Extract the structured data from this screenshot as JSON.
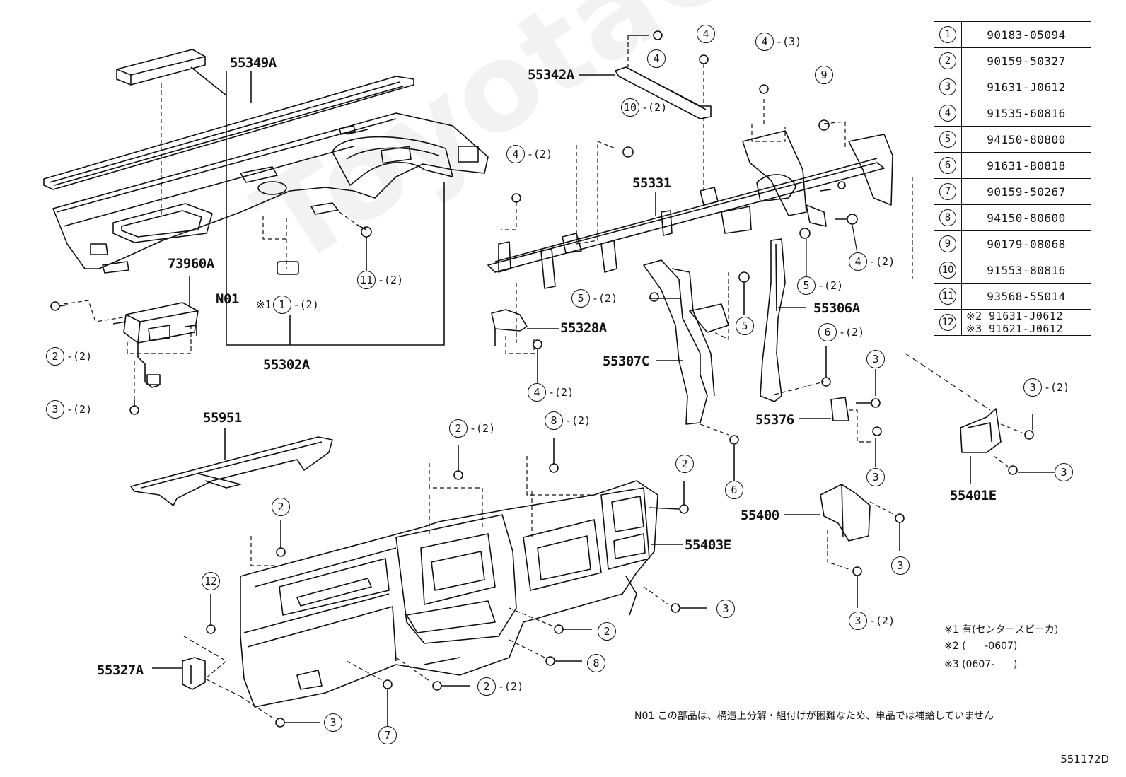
{
  "watermark": "ToyotaCarMine",
  "diagram_id": "551172D",
  "part_labels": {
    "p55349A": "55349A",
    "p73960A": "73960A",
    "pN01": "N01",
    "p55302A": "55302A",
    "p55342A": "55342A",
    "p55331": "55331",
    "p55328A": "55328A",
    "p55307C": "55307C",
    "p55306A": "55306A",
    "p55376": "55376",
    "p55401E": "55401E",
    "p55951": "55951",
    "p55403E": "55403E",
    "p55400": "55400",
    "p55327A": "55327A"
  },
  "callouts": {
    "c4a": {
      "num": "4",
      "qty": ""
    },
    "c4b": {
      "num": "4",
      "qty": ""
    },
    "c4c": {
      "num": "4",
      "qty": "-(3)"
    },
    "c9": {
      "num": "9",
      "qty": ""
    },
    "c10": {
      "num": "10",
      "qty": "-(2)"
    },
    "c4d": {
      "num": "4",
      "qty": "-(2)"
    },
    "c11": {
      "num": "11",
      "qty": "-(2)"
    },
    "c1": {
      "num": "1",
      "qty": "-(2)",
      "pre": "※1"
    },
    "c2a": {
      "num": "2",
      "qty": "-(2)"
    },
    "c3a": {
      "num": "3",
      "qty": "-(2)"
    },
    "c5a": {
      "num": "5",
      "qty": "-(2)"
    },
    "c5b": {
      "num": "5",
      "qty": ""
    },
    "c5c": {
      "num": "5",
      "qty": "-(2)"
    },
    "c4e": {
      "num": "4",
      "qty": "-(2)"
    },
    "c4f": {
      "num": "4",
      "qty": "-(2)"
    },
    "c6a": {
      "num": "6",
      "qty": "-(2)"
    },
    "c3b": {
      "num": "3",
      "qty": ""
    },
    "c3c": {
      "num": "3",
      "qty": "-(2)"
    },
    "c3d": {
      "num": "3",
      "qty": ""
    },
    "c3e": {
      "num": "3",
      "qty": ""
    },
    "c6b": {
      "num": "6",
      "qty": ""
    },
    "c2b": {
      "num": "2",
      "qty": "-(2)"
    },
    "c8a": {
      "num": "8",
      "qty": "-(2)"
    },
    "c2c": {
      "num": "2",
      "qty": ""
    },
    "c2d": {
      "num": "2",
      "qty": ""
    },
    "c3f": {
      "num": "3",
      "qty": ""
    },
    "c3g": {
      "num": "3",
      "qty": ""
    },
    "c3h": {
      "num": "3",
      "qty": "-(2)"
    },
    "c12": {
      "num": "12",
      "qty": ""
    },
    "c2e": {
      "num": "2",
      "qty": ""
    },
    "c8b": {
      "num": "8",
      "qty": ""
    },
    "c2f": {
      "num": "2",
      "qty": "-(2)"
    },
    "c7": {
      "num": "7",
      "qty": ""
    },
    "c3i": {
      "num": "3",
      "qty": ""
    }
  },
  "ref_table": [
    {
      "index": "1",
      "part_no": "90183-05094"
    },
    {
      "index": "2",
      "part_no": "90159-50327"
    },
    {
      "index": "3",
      "part_no": "91631-J0612"
    },
    {
      "index": "4",
      "part_no": "91535-60816"
    },
    {
      "index": "5",
      "part_no": "94150-80800"
    },
    {
      "index": "6",
      "part_no": "91631-B0818"
    },
    {
      "index": "7",
      "part_no": "90159-50267"
    },
    {
      "index": "8",
      "part_no": "94150-80600"
    },
    {
      "index": "9",
      "part_no": "90179-08068"
    },
    {
      "index": "10",
      "part_no": "91553-80816"
    },
    {
      "index": "11",
      "part_no": "93568-55014"
    },
    {
      "index": "12",
      "part_no_1": "※2 91631-J0612",
      "part_no_2": "※3 91621-J0612"
    }
  ],
  "notes": {
    "n1": "※1 有(センタースピーカ)",
    "n2": "※2 (      -0607)",
    "n3": "※3 (0607-      )",
    "n01": "N01 この部品は、構造上分解・組付けが困難なため、単品では補給していません"
  }
}
